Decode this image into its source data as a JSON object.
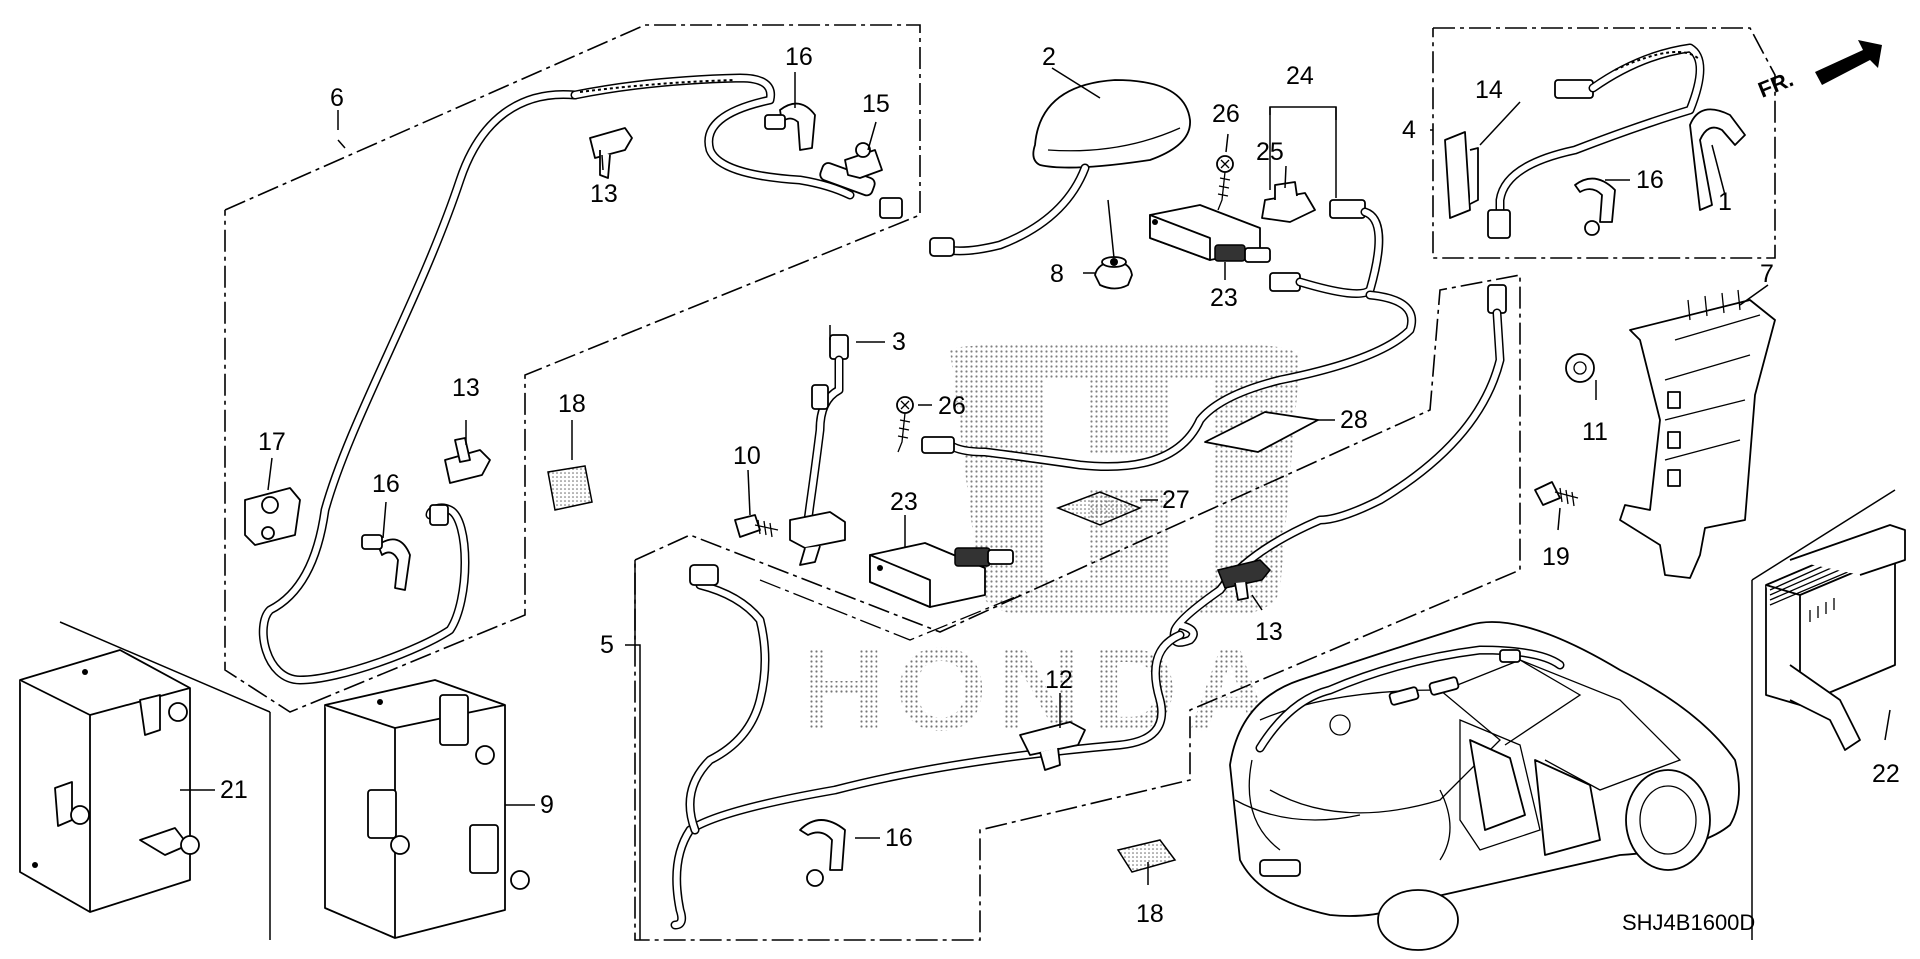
{
  "diagram": {
    "code": "SHJ4B1600D",
    "front_marker": "FR.",
    "watermark": "HONDA"
  },
  "callouts": {
    "c1": "1",
    "c2": "2",
    "c3": "3",
    "c4": "4",
    "c5": "5",
    "c6": "6",
    "c7": "7",
    "c8": "8",
    "c9": "9",
    "c10": "10",
    "c11": "11",
    "c12": "12",
    "c13a": "13",
    "c13b": "13",
    "c13c": "13",
    "c14": "14",
    "c15": "15",
    "c16a": "16",
    "c16b": "16",
    "c16c": "16",
    "c16d": "16",
    "c17": "17",
    "c18a": "18",
    "c18b": "18",
    "c19": "19",
    "c21": "21",
    "c22": "22",
    "c23a": "23",
    "c23b": "23",
    "c24": "24",
    "c25": "25",
    "c26a": "26",
    "c26b": "26",
    "c27": "27",
    "c28": "28"
  },
  "icons": {
    "front": "arrow-icon",
    "watermark": "honda-logo-icon"
  }
}
